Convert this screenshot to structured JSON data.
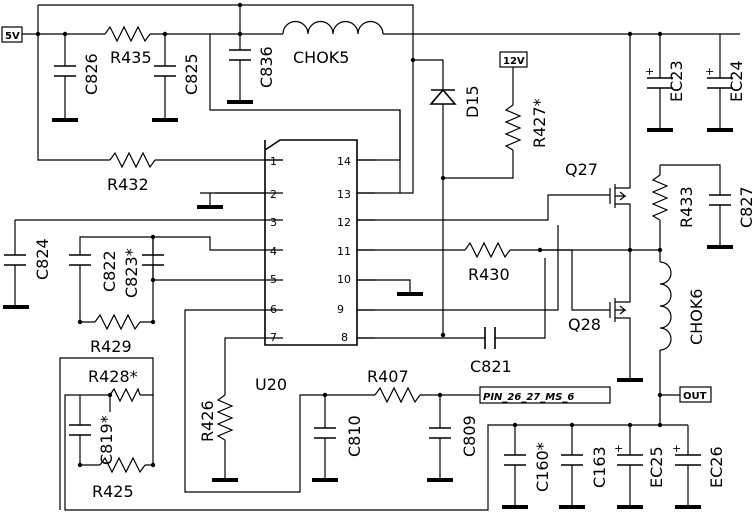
{
  "nets": {
    "supply_5v": "5V",
    "supply_12v": "12V",
    "output": "OUT",
    "pin_net": "PIN_26_27_MS_6"
  },
  "ic": {
    "ref": "U20",
    "pins_left": [
      "1",
      "2",
      "3",
      "4",
      "5",
      "6",
      "7"
    ],
    "pins_right": [
      "14",
      "13",
      "12",
      "11",
      "10",
      "9",
      "8"
    ]
  },
  "components": {
    "C826": "C826",
    "R435": "R435",
    "C825": "C825",
    "C836": "C836",
    "CHOK5": "CHOK5",
    "D15": "D15",
    "R427": "R427*",
    "EC23": "EC23",
    "EC24": "EC24",
    "R432": "R432",
    "Q27": "Q27",
    "R433": "R433",
    "C827": "C827",
    "C824": "C824",
    "C822": "C822",
    "C823": "C823*",
    "R430": "R430",
    "CHOK6": "CHOK6",
    "R429": "R429",
    "Q28": "Q28",
    "C821": "C821",
    "R428": "R428*",
    "C819": "C819*",
    "R425": "R425",
    "R426": "R426",
    "R407": "R407",
    "C810": "C810",
    "C809": "C809",
    "C160": "C160*",
    "C163": "C163",
    "EC25": "EC25",
    "EC26": "EC26"
  }
}
